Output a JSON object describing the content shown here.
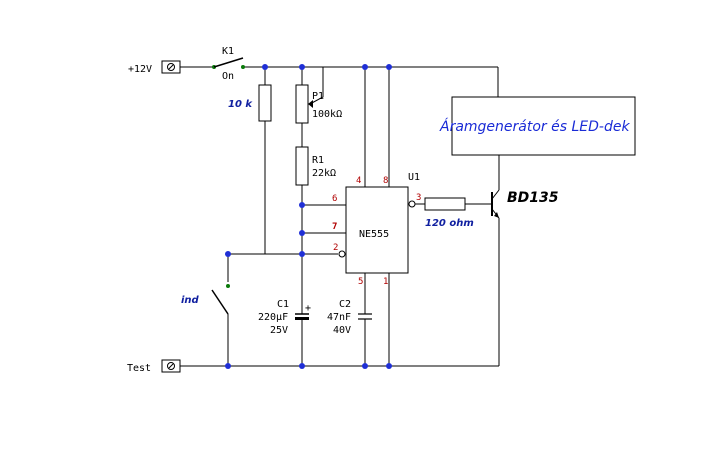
{
  "terminals": {
    "supply": "+12V",
    "test": "Test"
  },
  "switch_k1": {
    "ref": "K1",
    "state": "On"
  },
  "resistor_10k": {
    "value": "10 k"
  },
  "pot_p1": {
    "ref": "P1",
    "value": "100kΩ"
  },
  "resistor_r1": {
    "ref": "R1",
    "value": "22kΩ"
  },
  "ic_u1": {
    "ref": "U1",
    "part": "NE555",
    "pins": [
      "4",
      "8",
      "6",
      "7",
      "2",
      "3",
      "5",
      "1"
    ]
  },
  "capacitor_c1": {
    "ref": "C1",
    "value": "220μF",
    "voltage": "25V"
  },
  "capacitor_c2": {
    "ref": "C2",
    "value": "47nF",
    "voltage": "40V"
  },
  "resistor_out": {
    "value": "120 ohm"
  },
  "transistor": {
    "part": "BD135"
  },
  "switch_ind": {
    "label": "ind"
  },
  "load_block": {
    "label": "Áramgenerátor és LED-dek"
  },
  "colors": {
    "junction": "#1f2fd6",
    "pin_numbers": "#b00000",
    "annotations": "#1020a0"
  }
}
